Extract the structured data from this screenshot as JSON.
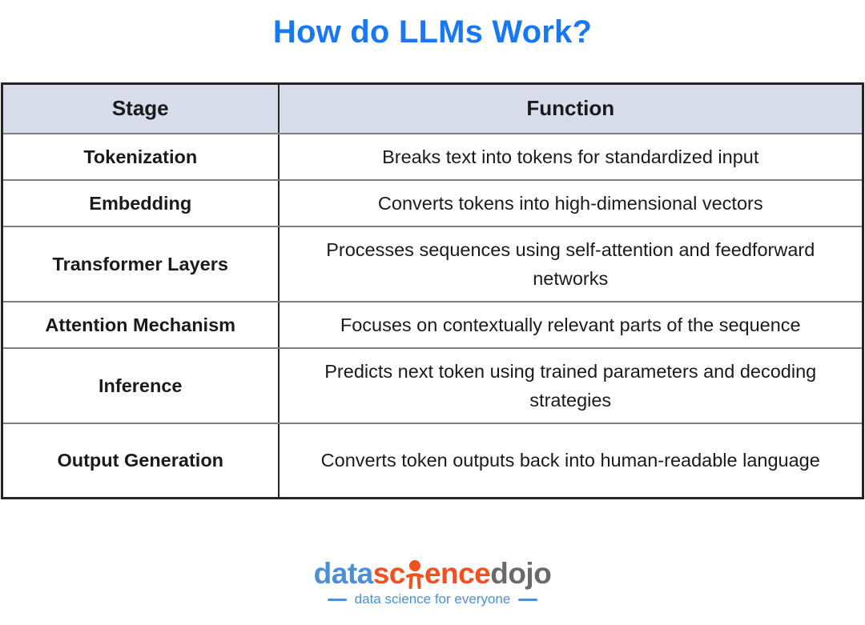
{
  "title": "How do LLMs Work?",
  "table": {
    "headers": [
      "Stage",
      "Function"
    ],
    "rows": [
      {
        "stage": "Tokenization",
        "function": "Breaks text into tokens for standardized input"
      },
      {
        "stage": "Embedding",
        "function": "Converts tokens into high-dimensional vectors"
      },
      {
        "stage": "Transformer Layers",
        "function": "Processes sequences using self-attention and feedforward networks"
      },
      {
        "stage": "Attention Mechanism",
        "function": "Focuses on contextually relevant parts of the sequence"
      },
      {
        "stage": "Inference",
        "function": "Predicts next token using trained parameters and decoding strategies"
      },
      {
        "stage": "Output Generation",
        "function": "Converts token outputs back into human-readable language"
      }
    ]
  },
  "footer": {
    "logo_parts": {
      "data": "data",
      "sc": "sc",
      "ence": "ence",
      "dojo": "dojo"
    },
    "tagline": "data science for everyone"
  },
  "colors": {
    "title_blue": "#1877F2",
    "header_row_bg": "#D8DBE9",
    "border_dark": "#242424",
    "border_gray": "#7D7D7D",
    "logo_blue": "#4A90D9",
    "logo_orange": "#F0511E",
    "logo_gray": "#6A6A6A"
  }
}
